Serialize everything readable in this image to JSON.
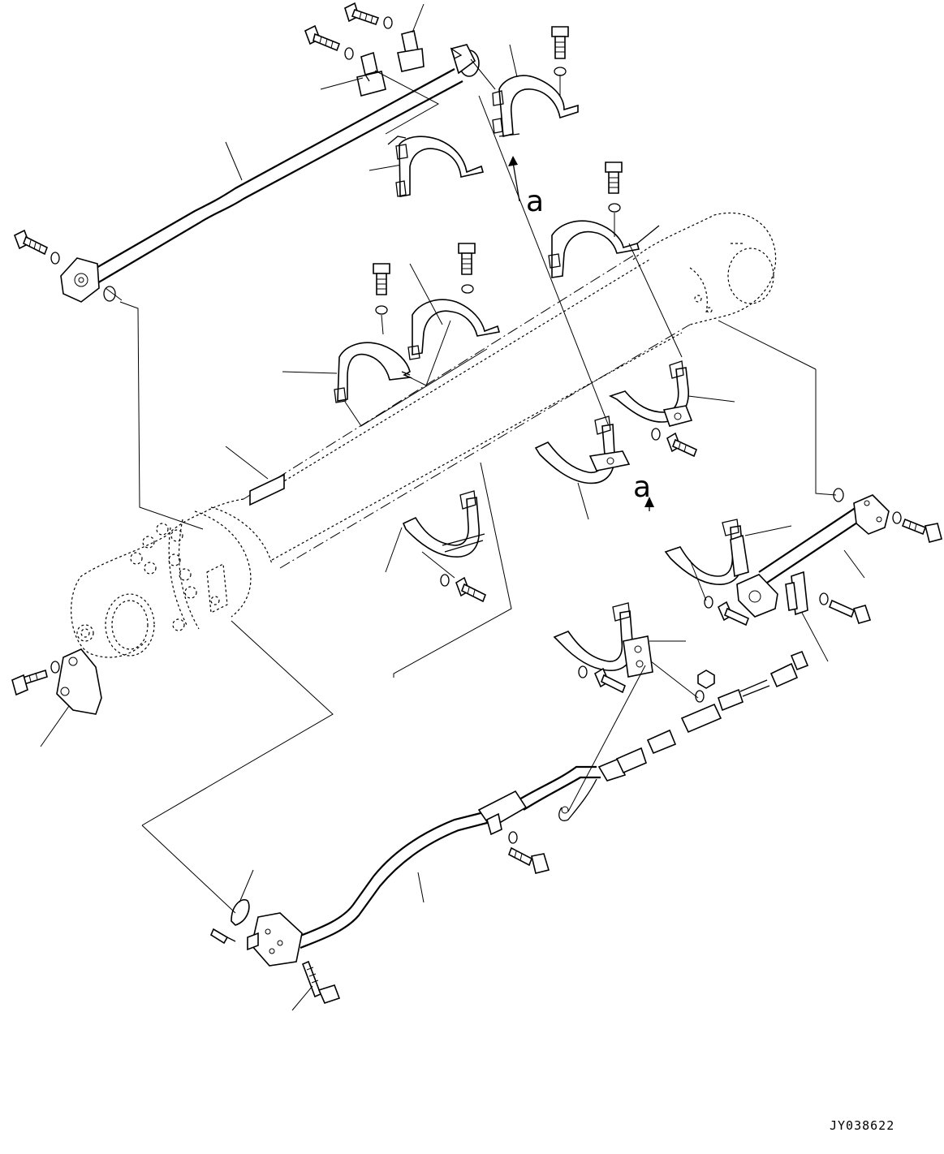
{
  "diagram": {
    "callout_label_a_upper": "a",
    "callout_label_a_lower": "a",
    "drawing_id": "JY038622"
  }
}
